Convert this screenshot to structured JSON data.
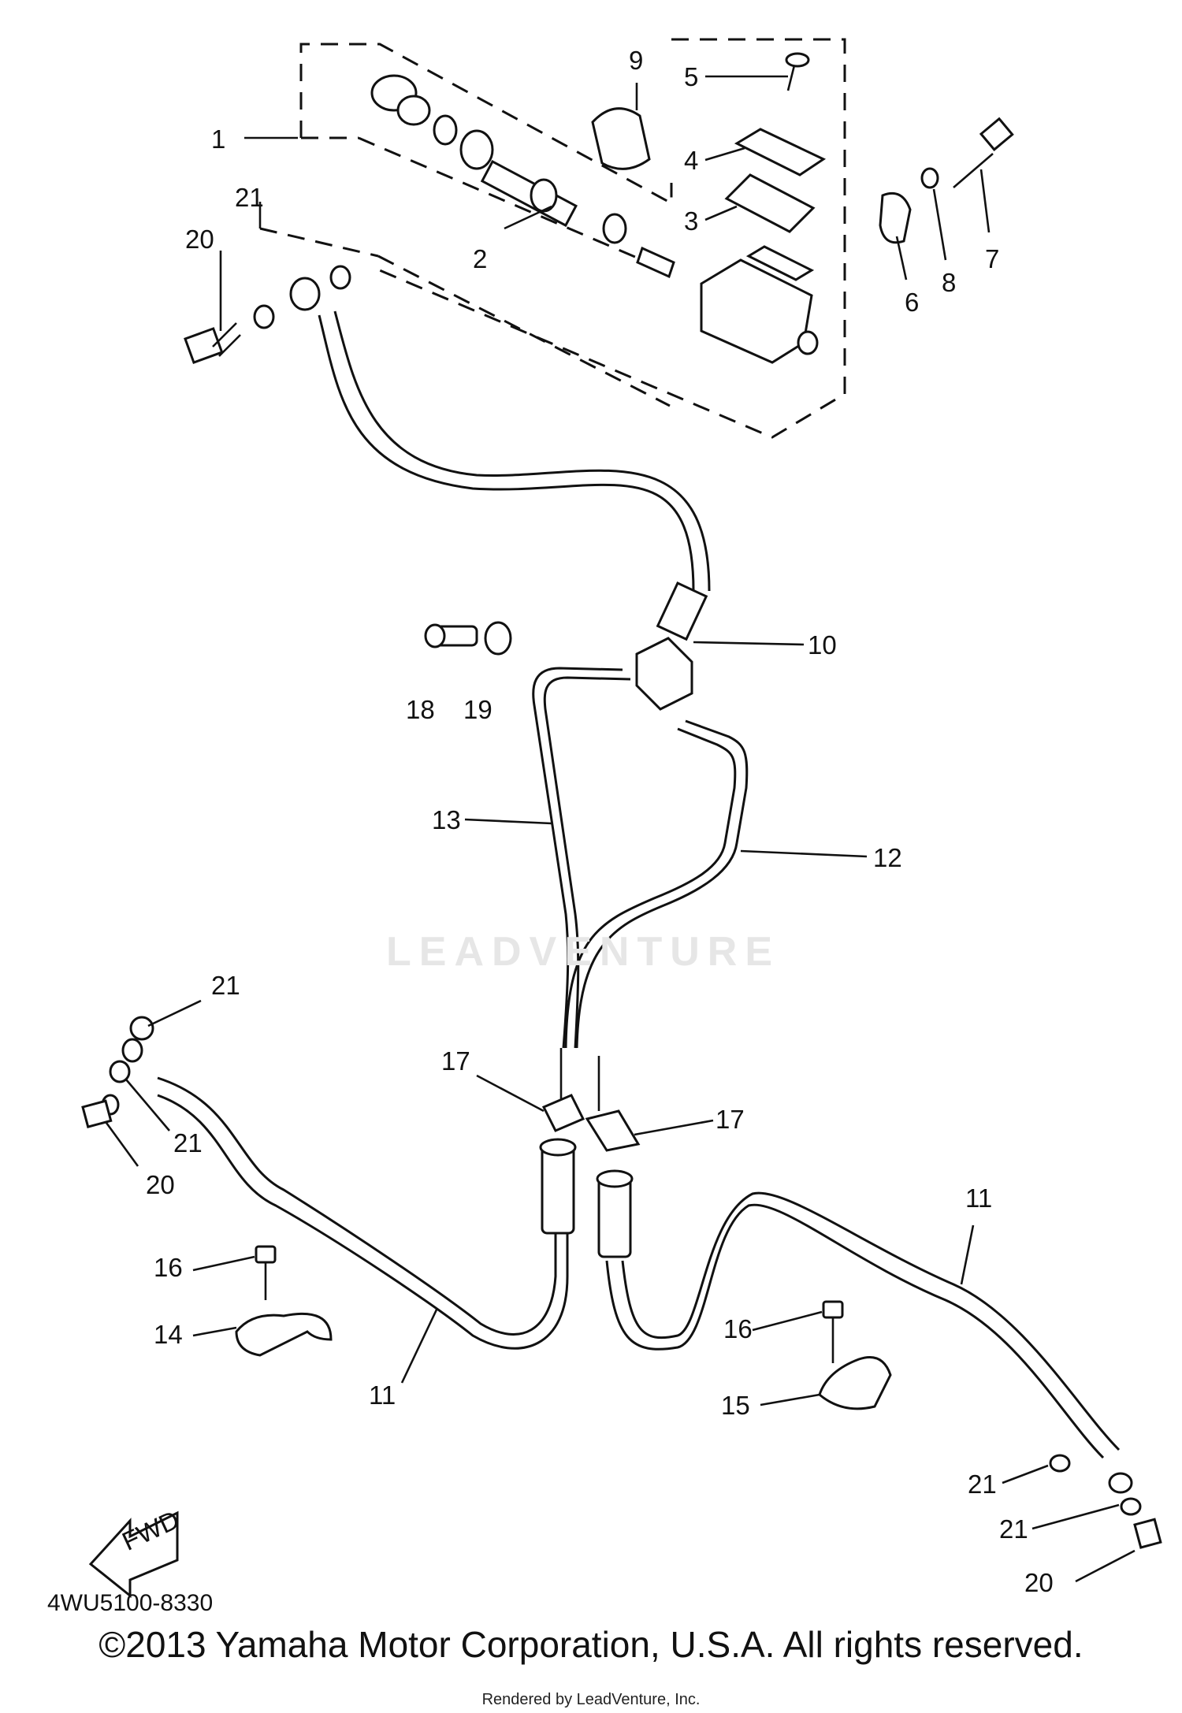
{
  "diagram": {
    "part_labels": [
      "1",
      "2",
      "3",
      "4",
      "5",
      "6",
      "7",
      "8",
      "9",
      "10",
      "11",
      "12",
      "13",
      "14",
      "15",
      "16",
      "17",
      "18",
      "19",
      "20",
      "21"
    ],
    "fwd_text": "FWD",
    "drawing_code": "4WU5100-8330",
    "watermark": "LEADVENTURE",
    "copyright": "©2013 Yamaha Motor Corporation, U.S.A. All rights reserved.",
    "rendered_by": "Rendered by LeadVenture, Inc."
  }
}
